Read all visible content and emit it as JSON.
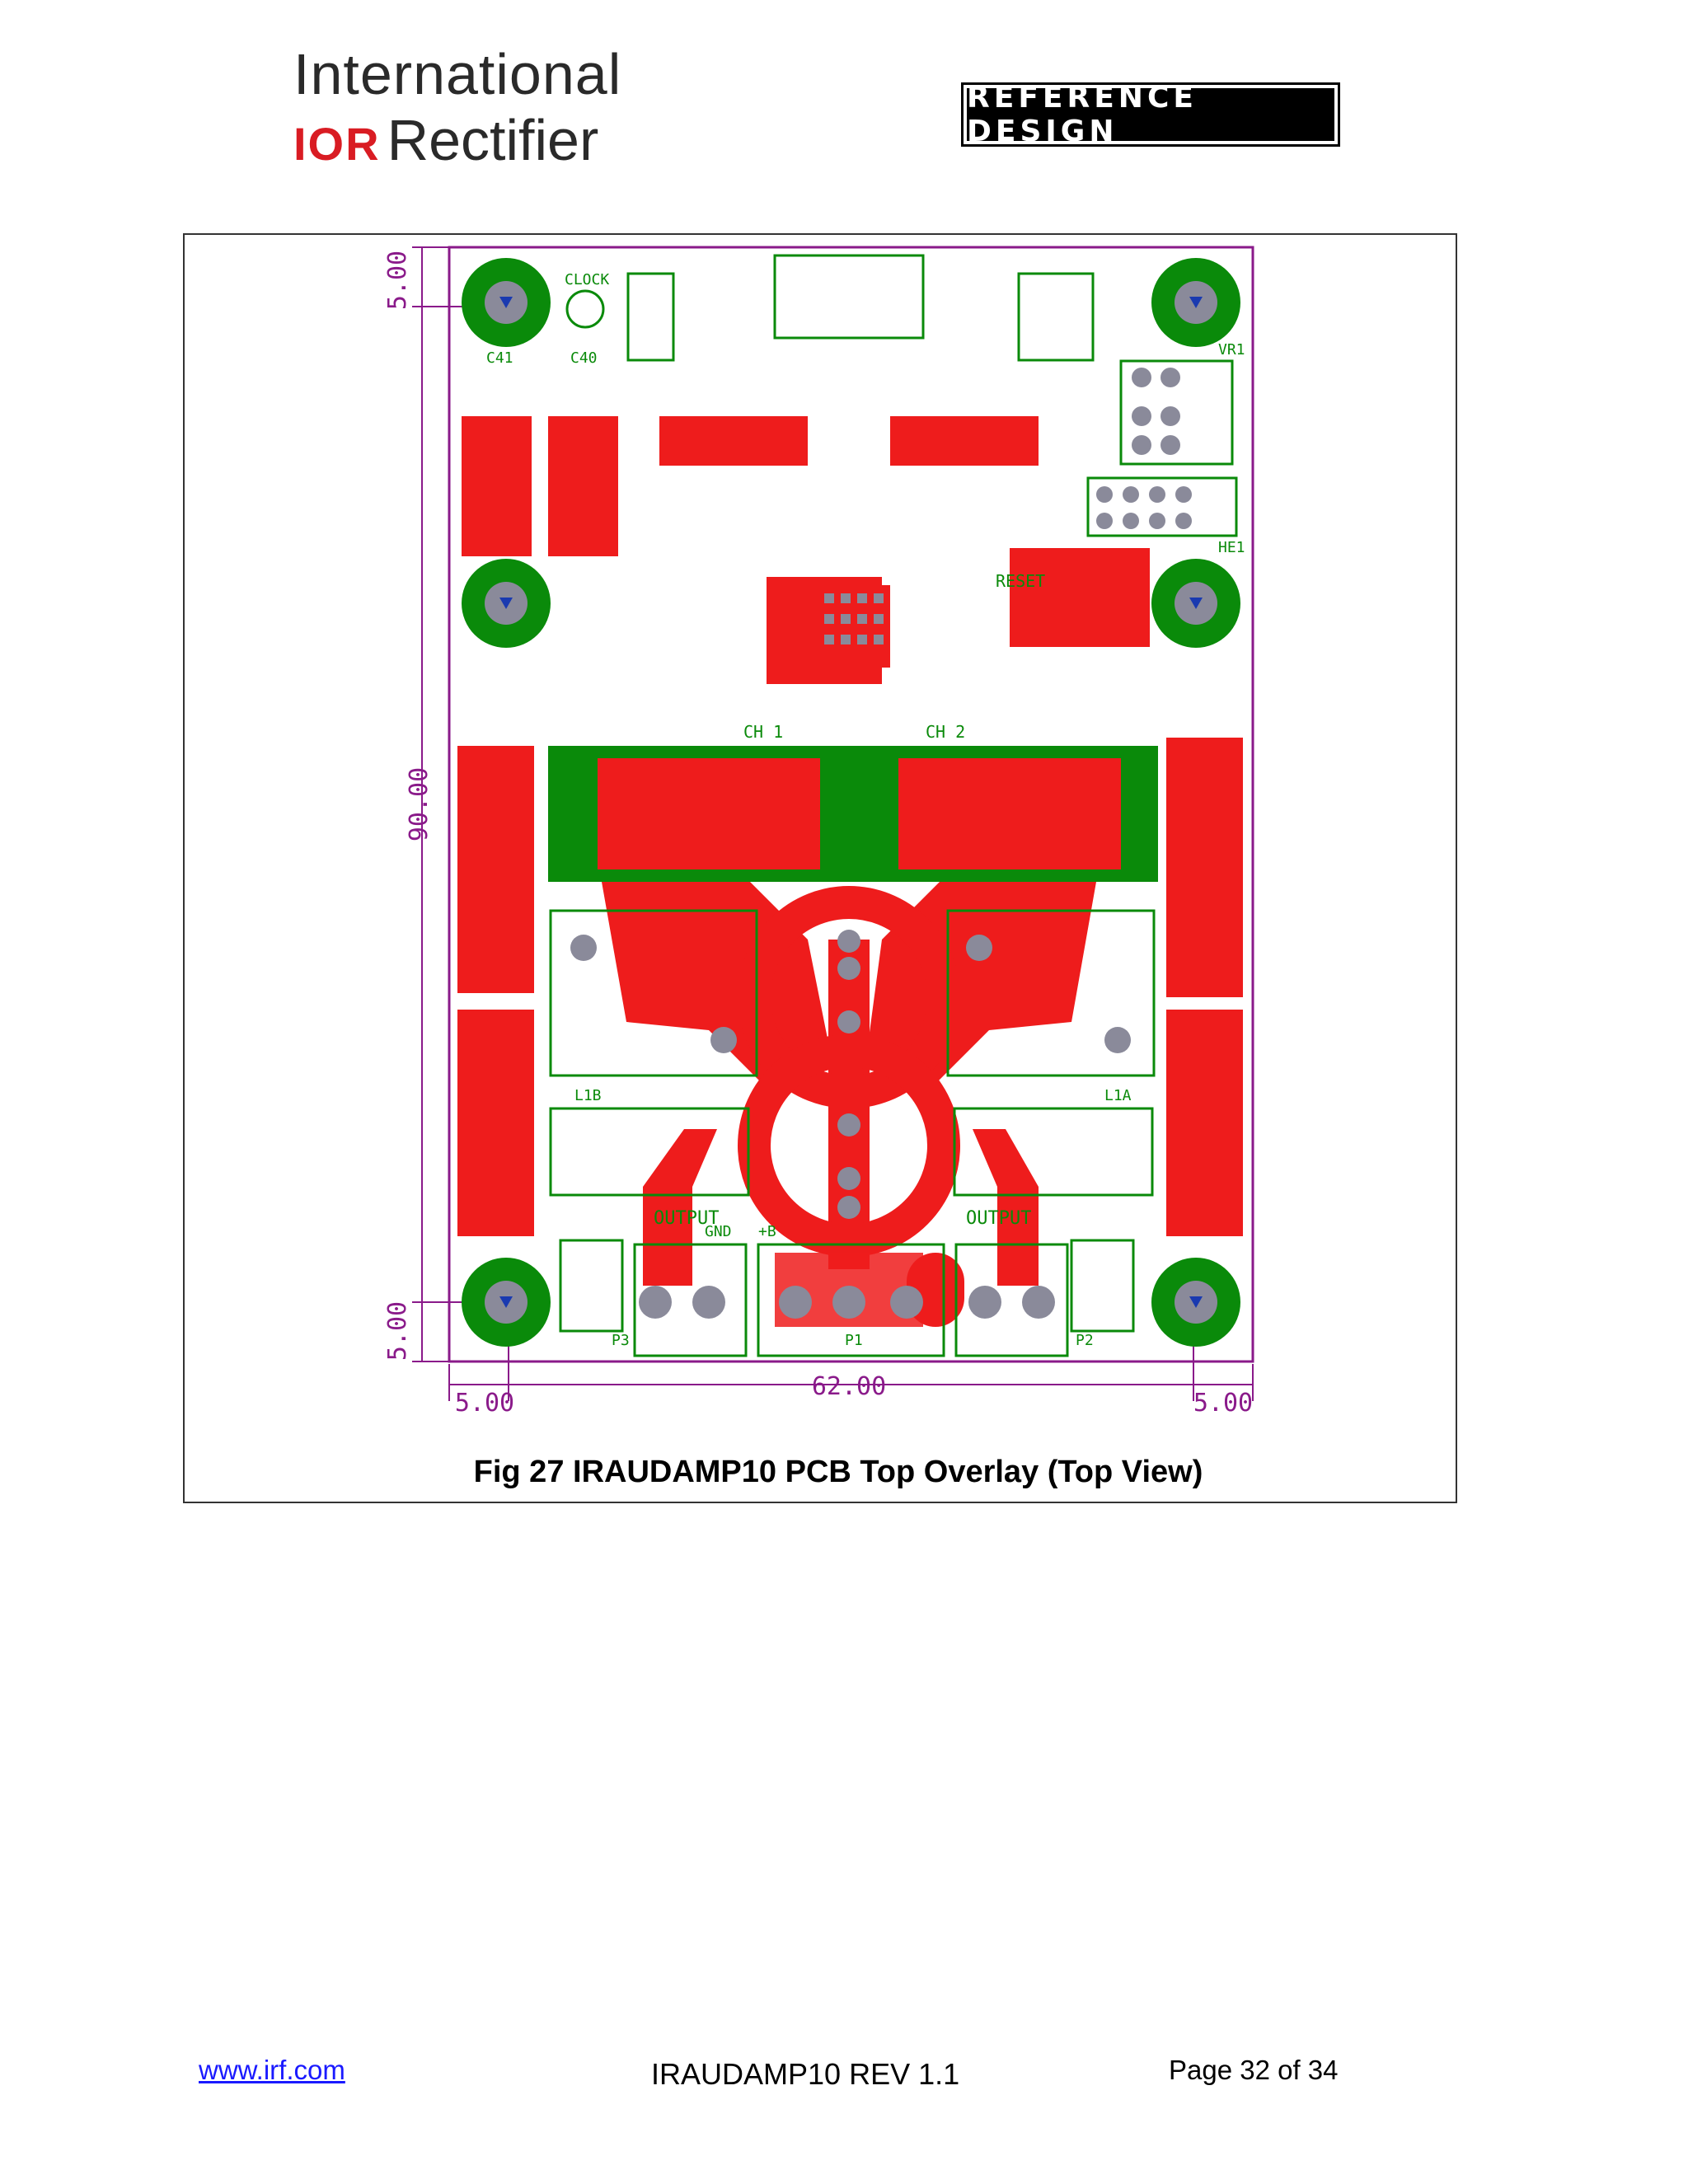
{
  "header": {
    "company_line1": "International",
    "company_logo_mark": "IOR",
    "company_line2": "Rectifier",
    "badge": "REFERENCE DESIGN"
  },
  "figure": {
    "caption": "Fig 27 IRAUDAMP10 PCB Top Overlay (Top View)",
    "dimensions": {
      "top_margin": "5.00",
      "height": "90.00",
      "bottom_margin": "5.00",
      "left_margin": "5.00",
      "width": "62.00",
      "right_margin": "5.00"
    },
    "labels": {
      "clock": "CLOCK",
      "reset": "RESET",
      "ch1": "CH 1",
      "ch2": "CH 2",
      "output_left": "OUTPUT",
      "output_right": "OUTPUT",
      "gnd": "GND",
      "plus_b": "+B",
      "p1": "P1",
      "p2": "P2",
      "p3": "P3",
      "l1a": "L1A",
      "l1b": "L1B",
      "vr1": "VR1",
      "he1": "HE1",
      "c41": "C41",
      "c40": "C40"
    },
    "colors": {
      "copper": "#ee1c1c",
      "overlay": "#0a8a0a",
      "dimension": "#8a1a8a",
      "hole": "#8a8a9a"
    }
  },
  "footer": {
    "url": "www.irf.com",
    "doc": "IRAUDAMP10 REV 1.1",
    "page": "Page 32 of 34"
  }
}
